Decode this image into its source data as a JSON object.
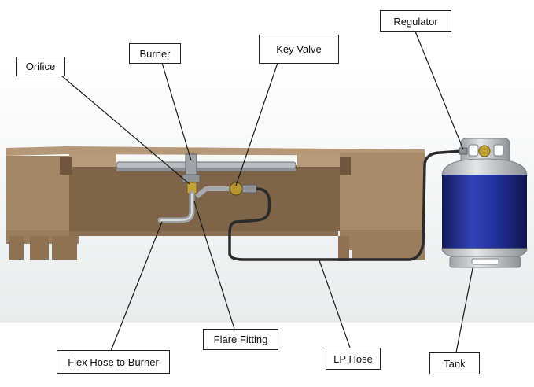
{
  "labels": {
    "orifice": "Orifice",
    "burner": "Burner",
    "key_valve": "Key Valve",
    "regulator": "Regulator",
    "flare_fitting": "Flare Fitting",
    "flex_hose": "Flex Hose to Burner",
    "lp_hose": "LP Hose",
    "tank": "Tank"
  },
  "colors": {
    "wood": "#a48767",
    "wood_dark": "#7d6348",
    "wood_light": "#b99c7c",
    "tank_blue": "#22308f",
    "steel": "#c6c9cc",
    "hose": "#2b2b2b"
  }
}
